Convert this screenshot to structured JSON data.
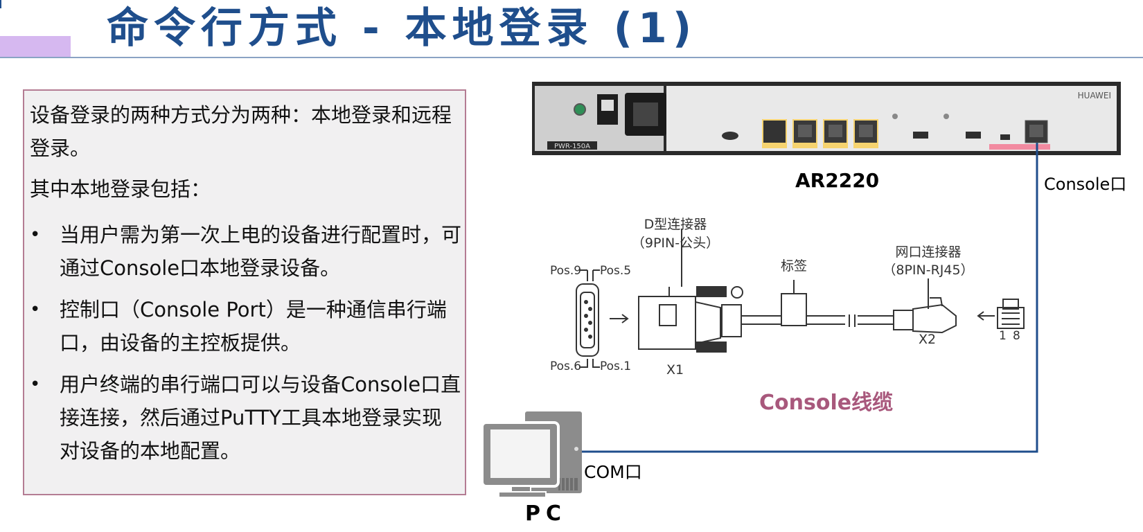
{
  "title": "命令行方式 - 本地登录 (1)",
  "panel": {
    "intro": "设备登录的两种方式分为两种：本地登录和远程登录。",
    "subheading": "其中本地登录包括：",
    "bullet_symbol": "•",
    "bullets": [
      "当用户需为第一次上电的设备进行配置时，可通过Console口本地登录设备。",
      "控制口（Console Port）是一种通信串行端口，由设备的主控板提供。",
      "用户终端的串行端口可以与设备Console口直接连接，然后通过PuTTY工具本地登录实现对设备的本地配置。"
    ]
  },
  "diagram": {
    "router_name": "AR2220",
    "console_port": "Console口",
    "cable_label": "Console线缆",
    "com_port": "COM口",
    "pc_label": "PC",
    "router_brand": "HUAWEI",
    "power_module": "PWR-150A",
    "cable": {
      "d_connector": "D型连接器",
      "d_connector_spec": "（9PIN-公头）",
      "tag": "标签",
      "rj45_connector": "网口连接器",
      "rj45_spec": "（8PIN-RJ45）",
      "pos9": "Pos.9",
      "pos5": "Pos.5",
      "pos6": "Pos.6",
      "pos1": "Pos.1",
      "x1": "X1",
      "x2": "X2",
      "pin1": "1",
      "pin8": "8"
    }
  },
  "colors": {
    "title": "#1f4e8c",
    "accent_bar": "#d6b8f0",
    "panel_border": "#b47c93",
    "panel_bg": "#f1f0f1",
    "link_line": "#1f4e8c",
    "cable_label": "#a8587c"
  }
}
